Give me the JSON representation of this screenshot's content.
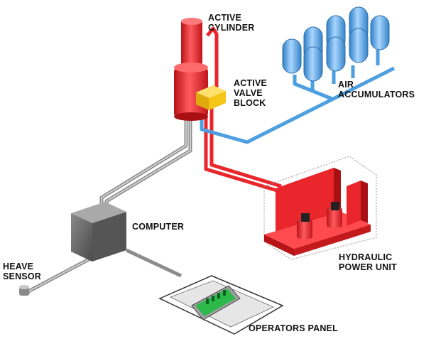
{
  "labels": {
    "active_cylinder": [
      "ACTIVE",
      "CYLINDER"
    ],
    "active_valve_block": [
      "ACTIVE",
      "VALVE",
      "BLOCK"
    ],
    "air_accumulators": [
      "AIR",
      "ACCUMULATORS"
    ],
    "computer": "COMPUTER",
    "hydraulic_power_unit": [
      "HYDRAULIC",
      "POWER UNIT"
    ],
    "heave_sensor": [
      "HEAVE",
      "SENSOR"
    ],
    "operators_panel": "OPERATORS PANEL"
  },
  "colors": {
    "hydraulic_red": "#e8262b",
    "air_blue": "#4d9fe0",
    "cable_grey": "#9a9a9a",
    "valve_yellow": "#f5c518",
    "computer_grey": "#6b6b6b",
    "panel_green": "#2db84a"
  }
}
